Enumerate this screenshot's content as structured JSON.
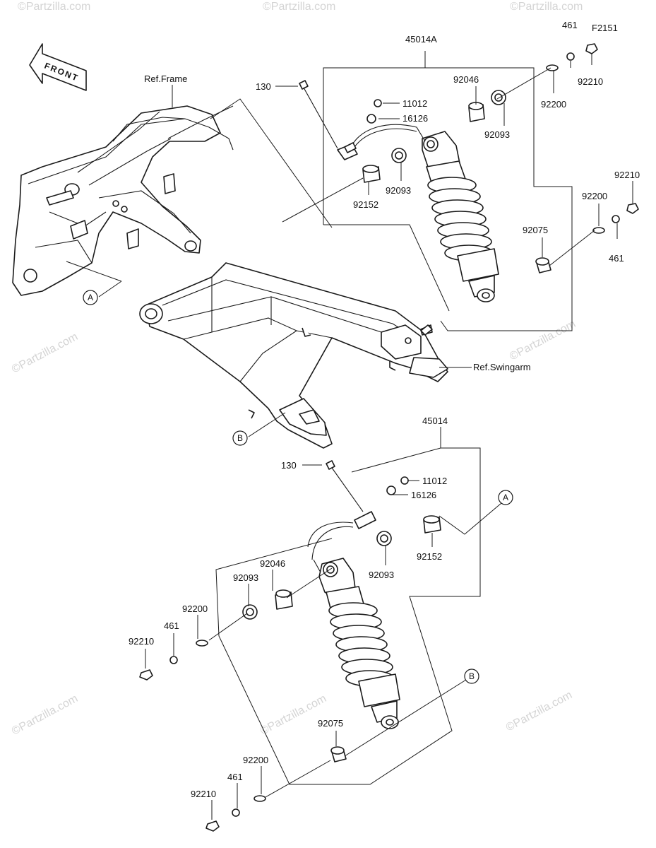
{
  "watermark": {
    "text": "©Partzilla.com",
    "center_text": "© Partzilla.com"
  },
  "direction": {
    "label": "FRONT"
  },
  "refs": {
    "frame": "Ref.Frame",
    "swingarm": "Ref.Swingarm"
  },
  "assembly_top": {
    "code": "45014A",
    "parts": {
      "bolt": "130",
      "nut_cap": "11012",
      "fitting": "16126",
      "needle_bearing": "92046",
      "seal_upper": "92093",
      "seal_lower": "92093",
      "collar_upper": "92152",
      "collar_lower": "92075",
      "washer_upper": "92200",
      "washer_lower": "92200",
      "lockwasher_upper": "461",
      "lockwasher_lower": "461",
      "nut_upper": "92210",
      "nut_lower": "92210",
      "note": "F2151"
    }
  },
  "assembly_bottom": {
    "code": "45014",
    "parts": {
      "bolt": "130",
      "nut_cap": "11012",
      "fitting": "16126",
      "needle_bearing": "92046",
      "seal_upper": "92093",
      "seal_lower": "92093",
      "collar_upper": "92152",
      "collar_lower": "92075",
      "washer_upper": "92200",
      "washer_lower": "92200",
      "lockwasher_upper": "461",
      "lockwasher_lower": "461",
      "nut_upper": "92210",
      "nut_lower": "92210"
    }
  },
  "callouts": {
    "a": "A",
    "b": "B"
  }
}
